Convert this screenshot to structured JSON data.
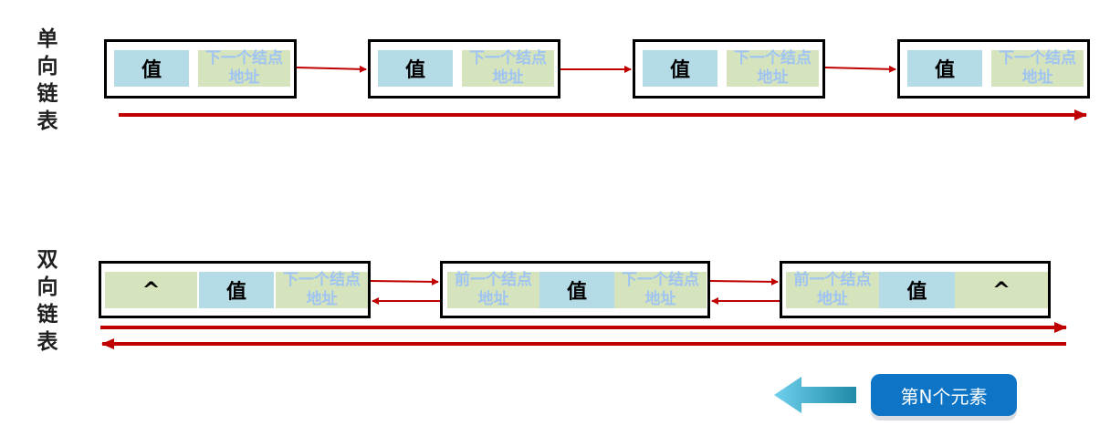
{
  "singly": {
    "label": "单向链表",
    "nodes": [
      {
        "value": "值",
        "next": "下一个结点地址"
      },
      {
        "value": "值",
        "next": "下一个结点地址"
      },
      {
        "value": "值",
        "next": "下一个结点地址"
      },
      {
        "value": "值",
        "next": "下一个结点地址"
      }
    ]
  },
  "doubly": {
    "label": "双向链表",
    "nodes": [
      {
        "prev": "^",
        "value": "值",
        "next": "下一个结点地址"
      },
      {
        "prev": "前一个结点地址",
        "value": "值",
        "next": "下一个结点地址"
      },
      {
        "prev": "前一个结点地址",
        "value": "值",
        "next": "^"
      }
    ]
  },
  "button": {
    "label": "第N个元素"
  },
  "colors": {
    "arrow": "#c00000",
    "value_cell": "#b4dbe6",
    "pointer_cell": "#d6e4bd",
    "pointer_text": "#9fc4f2",
    "button": "#0e74c5",
    "back_arrow": "#5cc3df"
  }
}
